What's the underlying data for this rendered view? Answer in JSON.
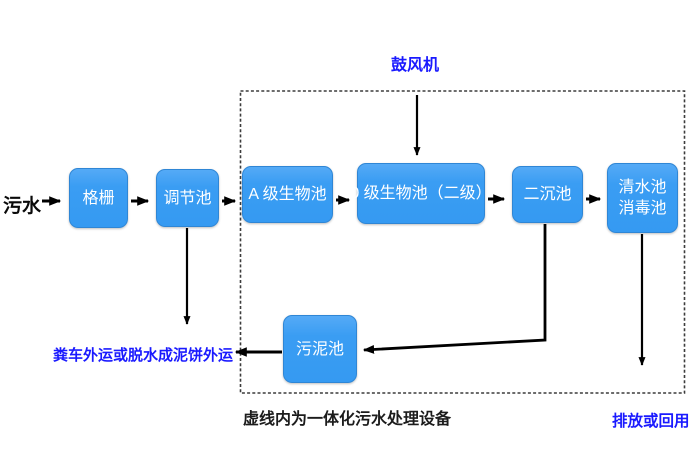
{
  "diagram": {
    "influent_label": "污水",
    "blower_label": "鼓风机",
    "nodes": {
      "grid": "格栅",
      "regulating_tank": "调节池",
      "a_bio_tank": "A 级生物池",
      "o_bio_tank": "0 级生物池（二级）",
      "secondary_sedimentation_tank": "二沉池",
      "clear_water_tank_line1": "清水池",
      "clear_water_tank_line2": "消毒池",
      "sludge_tank": "污泥池"
    },
    "annotations": {
      "sludge_disposal": "粪车外运或脱水成泥饼外运",
      "enclosure_caption": "虚线内为一体化污水处理设备",
      "effluent_discharge": "排放或回用"
    },
    "colors": {
      "node_fill": "#3a9df3",
      "node_border": "#2f86d5",
      "node_text": "#ffffff",
      "accent_text_blue": "#1a1aff",
      "line_color": "#000000",
      "dashed_border": "#3c3c3c",
      "background": "#ffffff"
    }
  }
}
